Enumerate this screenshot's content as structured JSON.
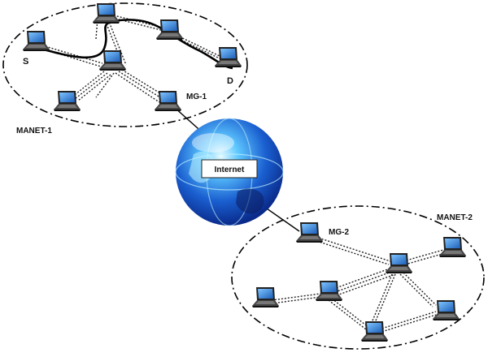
{
  "networks": [
    {
      "id": "manet-1",
      "label": "MANET-1"
    },
    {
      "id": "manet-2",
      "label": "MANET-2"
    }
  ],
  "labels": {
    "source": "S",
    "destination": "D",
    "gateway1": "MG-1",
    "gateway2": "MG-2",
    "internet": "Internet"
  },
  "colors": {
    "boundary": "#000000",
    "route": "#000000",
    "globe_dark": "#0a2a8a",
    "globe_light": "#5fc8ff",
    "laptop_screen": "#2f7fd8"
  },
  "icons": {
    "node": "laptop-icon",
    "internet": "globe-icon"
  }
}
